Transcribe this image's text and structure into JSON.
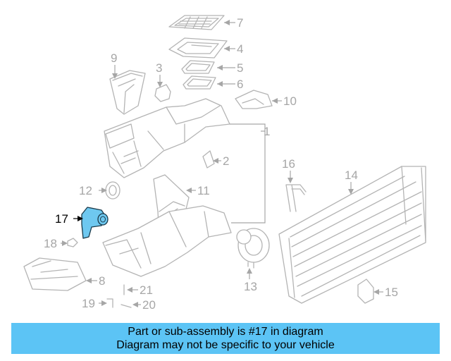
{
  "highlight_color": "#6ec8f0",
  "banner": {
    "line1": "Part or sub-assembly is #17 in diagram",
    "line2": "Diagram may not be specific to your vehicle",
    "color": "#5cc4f5"
  },
  "callouts": {
    "c1": "1",
    "c2": "2",
    "c3": "3",
    "c4": "4",
    "c5": "5",
    "c6": "6",
    "c7": "7",
    "c8": "8",
    "c9": "9",
    "c10": "10",
    "c11": "11",
    "c12": "12",
    "c13": "13",
    "c14": "14",
    "c15": "15",
    "c16": "16",
    "c17": "17",
    "c18": "18",
    "c19": "19",
    "c20": "20",
    "c21": "21"
  }
}
